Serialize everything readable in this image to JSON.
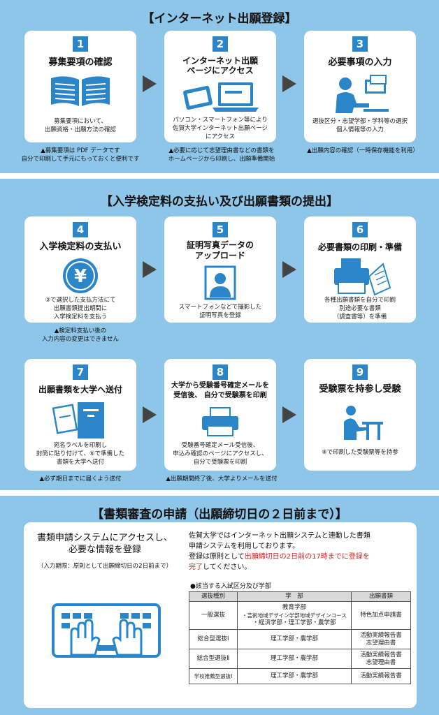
{
  "section1": {
    "title": "【インターネット出願登録】",
    "steps": [
      {
        "num": "1",
        "title": "募集要項の確認",
        "desc": [
          "募集要項において、",
          "出願資格・出願方法の確認"
        ],
        "icon": "book-icon"
      },
      {
        "num": "2",
        "title_lines": [
          "インターネット出願",
          "ページにアクセス"
        ],
        "desc": [
          "パソコン・スマートフォン等により",
          "佐賀大学インターネット出願ページ",
          "にアクセス"
        ],
        "icon": "laptop-icon"
      },
      {
        "num": "3",
        "title": "必要事項の入力",
        "desc": [
          "選抜区分・志望学部・学科等の選択",
          "個人情報等の入力"
        ],
        "icon": "person-computer-icon"
      }
    ],
    "notes": [
      [
        "▲募集要項は PDF データです",
        "自分で印刷して手元にもっておくと便利です"
      ],
      [
        "▲必要に応じて志望理由書などの書類を",
        "ホームページから印刷し、出願準備開始"
      ],
      [
        "▲出願内容の確認（一時保存機能を利用）"
      ]
    ]
  },
  "section2": {
    "title": "【入学検定料の支払い及び出願書類の提出】",
    "steps": [
      {
        "num": "4",
        "title": "入学検定料の支払い",
        "desc": [
          "③で選択した支払方法にて",
          "出願書類提出期間に",
          "入学検定料を支払う"
        ],
        "icon": "yen-coin-icon"
      },
      {
        "num": "5",
        "title_lines": [
          "証明写真データの",
          "アップロード"
        ],
        "desc": [
          "スマートフォンなどで撮影した",
          "証明写真を登録"
        ],
        "icon": "id-photo-icon"
      },
      {
        "num": "6",
        "title": "必要書類の印刷・準備",
        "desc": [
          "各種出願書類を自分で印刷",
          "別途必要な書類",
          "（調査書等）を準備"
        ],
        "icon": "printer-document-icon"
      },
      {
        "num": "7",
        "title": "出願書類を大学へ送付",
        "desc": [
          "宛名ラベルを印刷し",
          "封筒に貼り付けて、⑥で準備した",
          "書類を大学へ送付"
        ],
        "icon": "mailbox-icon"
      },
      {
        "num": "8",
        "title_lines": [
          "大学から受験番号確定メールを",
          "受信後、 自分で受験票を印刷"
        ],
        "desc": [
          "受験番号確定メール受信後、",
          "申込み確認のページにアクセスし、",
          "自分で受験票を印刷"
        ],
        "icon": "printer-icon"
      },
      {
        "num": "9",
        "title": "受験票を持参し受験",
        "desc": [
          "⑧で印刷した受験票等を持参"
        ],
        "icon": "exam-desk-icon"
      }
    ],
    "notes": [
      [
        "▲検定料支払い後の",
        "入力内容の変更はできません"
      ],
      [
        "▲必ず期日までに届くよう送付"
      ],
      [
        "▲出願期間終了後、大学よりメールを送付"
      ]
    ]
  },
  "section3": {
    "title": "【書類審査の申請（出願締切日の２日前まで）】",
    "left_title": [
      "書類申請システムにアクセスし、",
      "必要な情報を登録"
    ],
    "deadline": "（入力期限：原則として出願締切日の2日前まで）",
    "para1": [
      "佐賀大学ではインターネット出願システムと連動した書類",
      "申請システムを利用しております。"
    ],
    "para2_a": "登録は原則として",
    "para2_red1": "出願締切日の2日前の17時までに登録を",
    "para2_red2": "完了",
    "para2_b": "してください。",
    "table_caption": "●該当する入試区分及び学部",
    "table": {
      "headers": [
        "選抜種別",
        "学　部",
        "出願書類"
      ],
      "rows": [
        {
          "type": "一般選抜",
          "faculty": [
            "教育学部",
            "・芸術地域デザイン学部地域デザインコース",
            "・経済学部・理工学部・農学部"
          ],
          "docs": [
            "特色加点申請書"
          ]
        },
        {
          "type": "総合型選抜Ⅰ",
          "faculty": [
            "理工学部・農学部"
          ],
          "docs": [
            "活動実績報告書",
            "志望理由書"
          ]
        },
        {
          "type": "総合型選抜Ⅱ",
          "faculty": [
            "理工学部・農学部"
          ],
          "docs": [
            "活動実績報告書",
            "志望理由書"
          ]
        },
        {
          "type": "学校推薦型選抜Ⅰ",
          "faculty": [
            "理工学部・農学部"
          ],
          "docs": [
            "活動実績報告書"
          ]
        }
      ]
    },
    "icon": "keyboard-hands-icon"
  },
  "colors": {
    "section_bg": "#8ec6ea",
    "accent": "#2a86c9",
    "red": "#e02020"
  }
}
